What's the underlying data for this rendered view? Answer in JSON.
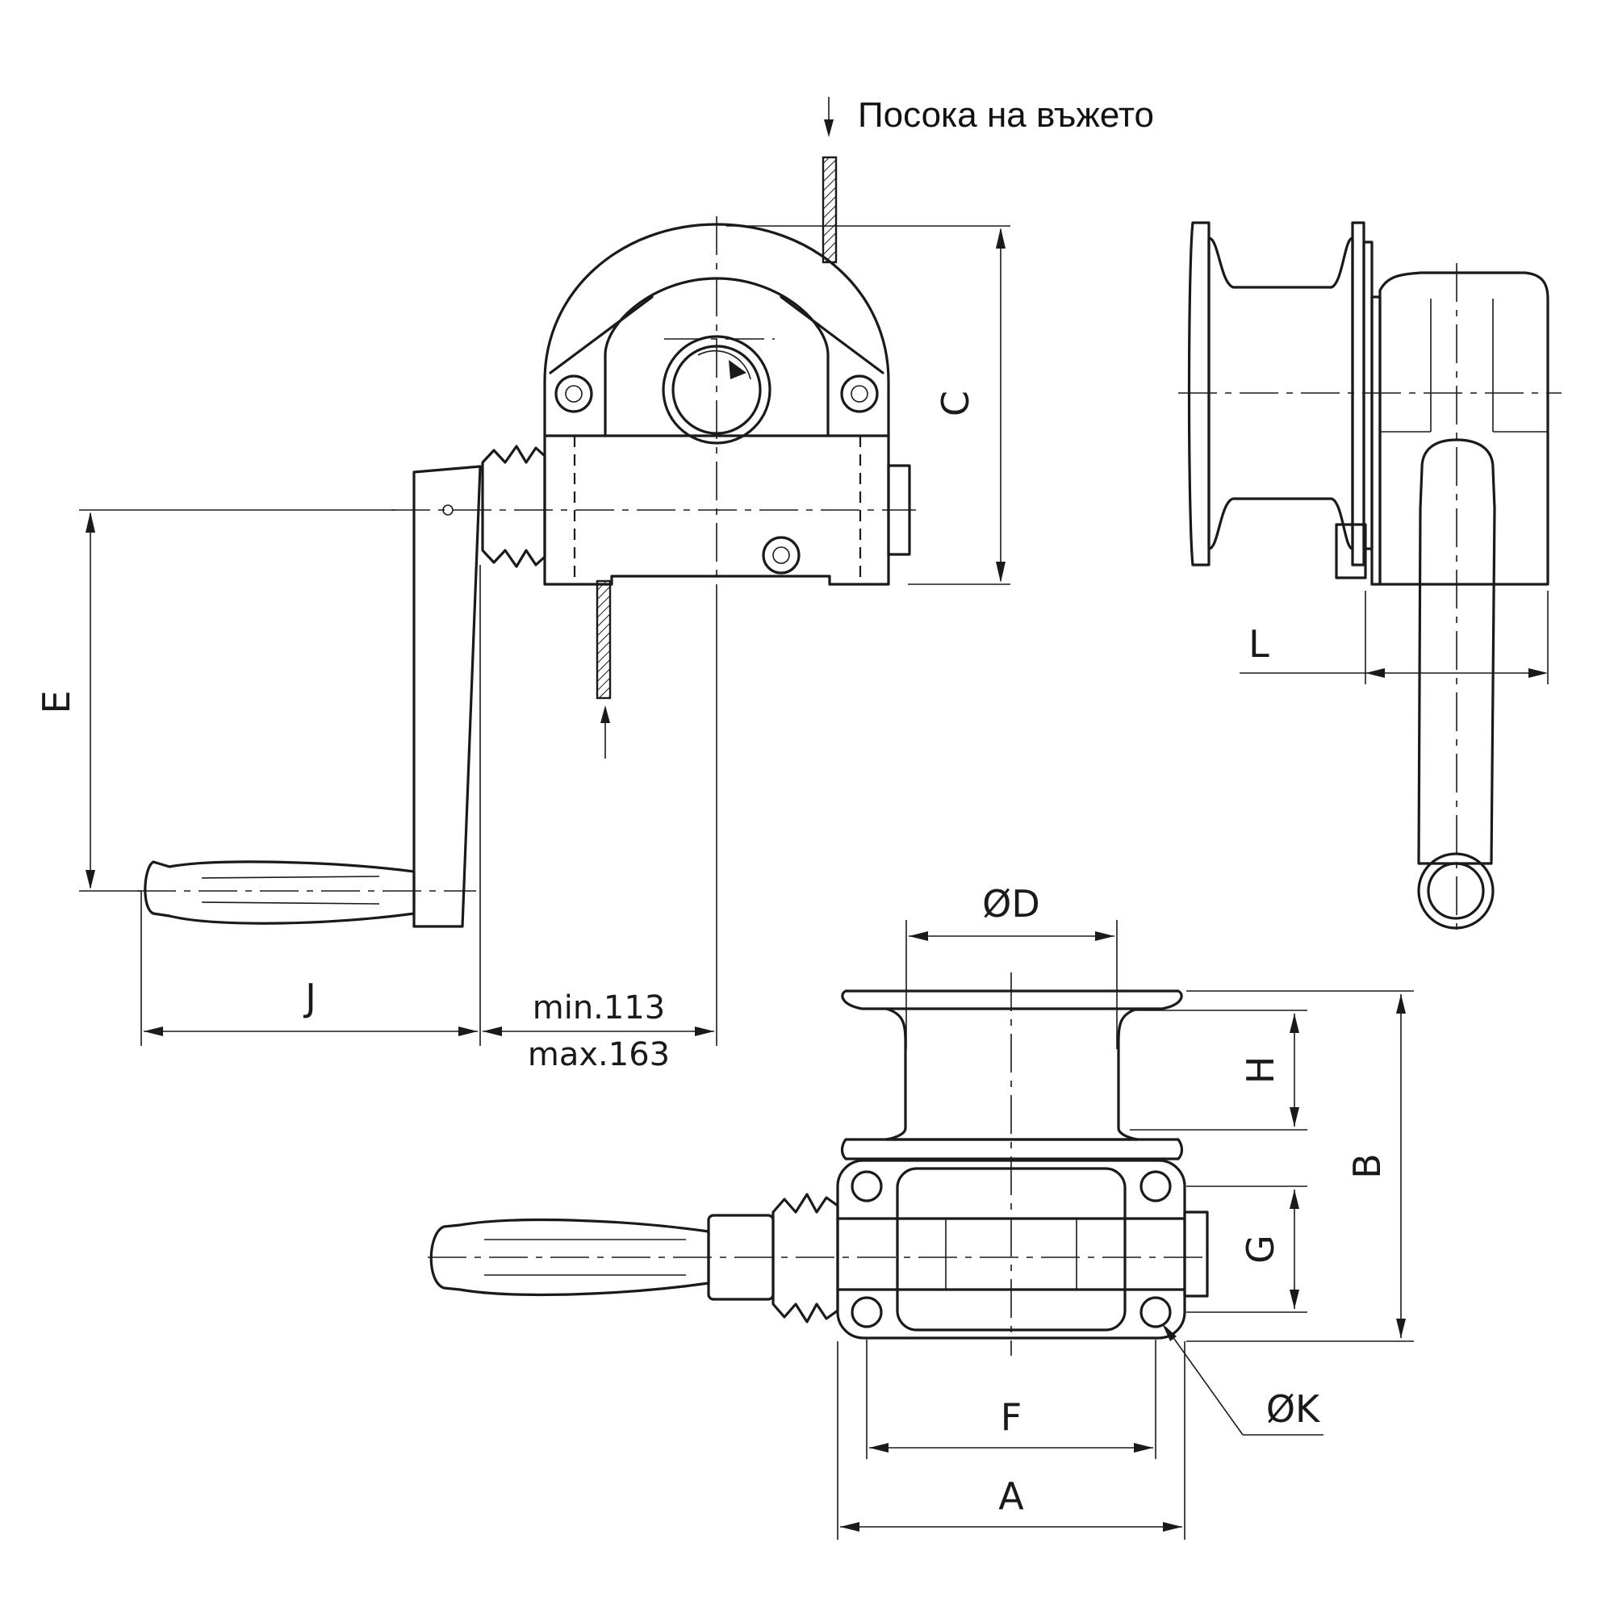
{
  "rope_direction_label": "Посока на въжето",
  "dimensions": {
    "A": "A",
    "B": "B",
    "C": "C",
    "D": "ØD",
    "E": "E",
    "F": "F",
    "G": "G",
    "H": "H",
    "J": "J",
    "K": "ØK",
    "L": "L",
    "offset_min": "min.113",
    "offset_max": "max.163"
  }
}
